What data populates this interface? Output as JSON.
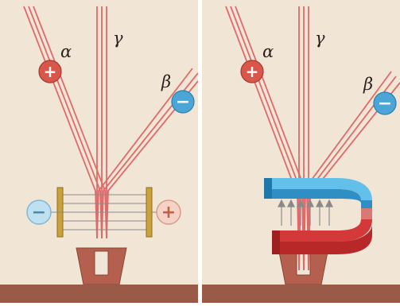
{
  "colors": {
    "background": "#f1e6d6",
    "ground": "#9a5a48",
    "beam": "#e06a6a",
    "alpha_ball": "#d9574a",
    "beta_ball": "#4ba6d6",
    "plate": "#c9a23c",
    "magnet_blue": "#3aa6db",
    "magnet_red": "#d93a3a",
    "source": "#b5604f"
  },
  "panels": [
    {
      "id": "electric-field",
      "labels": {
        "alpha": "α",
        "gamma": "γ",
        "beta": "β"
      },
      "charges": {
        "alpha": "+",
        "beta": "−",
        "left_plate": "−",
        "right_plate": "+"
      },
      "icons": [
        "plus-charge-icon",
        "minus-charge-icon"
      ]
    },
    {
      "id": "magnetic-field",
      "labels": {
        "alpha": "α",
        "gamma": "γ",
        "beta": "β"
      },
      "charges": {
        "alpha": "+",
        "beta": "−"
      },
      "icons": [
        "horseshoe-magnet-icon",
        "field-arrow-icon"
      ]
    }
  ]
}
